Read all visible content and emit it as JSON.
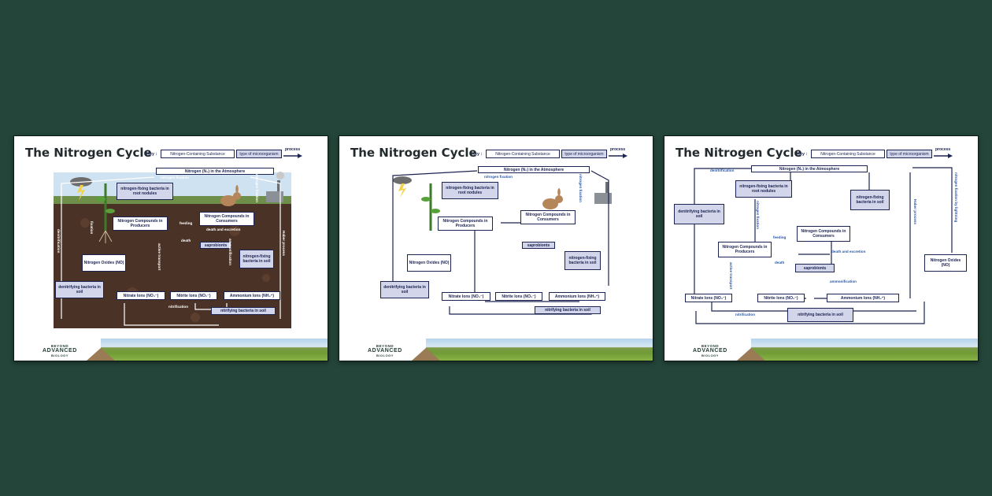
{
  "slides": [
    {
      "title": "The Nitrogen Cycle",
      "key": {
        "label": "Key :",
        "substance": "Nitrogen-Containing Substance",
        "microorganism": "type of microorganism",
        "process": "process"
      },
      "boxes": {
        "atmosphere": "Nitrogen (N₂) in the Atmosphere",
        "nfix_root": "nitrogen-fixing bacteria in root nodules",
        "producers": "Nitrogen Compounds in Producers",
        "consumers": "Nitrogen Compounds in Consumers",
        "saprobionts": "saprobionts",
        "nfix_soil": "nitrogen-fixing bacteria in soil",
        "oxides": "Nitrogen Oxides (NO)",
        "denitrifying": "denitrifying bacteria in soil",
        "nitrate": "Nitrate Ions (NO₃⁻)",
        "nitrite": "Nitrite Ions (NO₂⁻)",
        "ammonium": "Ammonium Ions (NH₄⁺)",
        "nitrifying": "nitrifying bacteria in soil"
      },
      "processes": {
        "fixation": "nitrogen fixation",
        "feeding": "feeding",
        "death_excretion": "death and excretion",
        "death": "death",
        "ammonification": "ammonification",
        "nitrification": "nitrification",
        "denitrification": "denitrification",
        "active_transport": "active transport",
        "haber": "Haber process",
        "n_fixation_v": "nitrogen fixation",
        "fixation_v": "fixation"
      },
      "brand": {
        "line1": "BEYOND",
        "line2": "ADVANCED",
        "line3": "BIOLOGY"
      }
    },
    {
      "title": "The Nitrogen Cycle",
      "key": {
        "label": "Key :",
        "substance": "Nitrogen-Containing Substance",
        "microorganism": "type of microorganism",
        "process": "process"
      },
      "boxes": {
        "atmosphere": "Nitrogen (N₂) in the Atmosphere",
        "nfix_root": "nitrogen-fixing bacteria in root nodules",
        "producers": "Nitrogen Compounds in Producers",
        "consumers": "Nitrogen Compounds in Consumers",
        "saprobionts": "saprobionts",
        "nfix_soil": "nitrogen-fixing bacteria in soil",
        "oxides": "Nitrogen Oxides (NO)",
        "denitrifying": "denitrifying bacteria in soil",
        "nitrate": "Nitrate Ions (NO₃⁻)",
        "nitrite": "Nitrite Ions (NO₂⁻)",
        "ammonium": "Ammonium Ions (NH₄⁺)",
        "nitrifying": "nitrifying bacteria in soil"
      },
      "processes": {
        "fixation": "nitrogen fixation",
        "n_fixation_v": "nitrogen fixation"
      },
      "brand": {
        "line1": "BEYOND",
        "line2": "ADVANCED",
        "line3": "BIOLOGY"
      }
    },
    {
      "title": "The Nitrogen Cycle",
      "key": {
        "label": "Key :",
        "substance": "Nitrogen-Containing Substance",
        "microorganism": "type of microorganism",
        "process": "process"
      },
      "boxes": {
        "atmosphere": "Nitrogen (N₂) in the Atmosphere",
        "nfix_root": "nitrogen-fixing bacteria in root nodules",
        "producers": "Nitrogen Compounds in Producers",
        "consumers": "Nitrogen Compounds in Consumers",
        "saprobionts": "saprobionts",
        "nfix_soil": "nitrogen-fixing bacteria in soil",
        "oxides": "Nitrogen Oxides (NO)",
        "denitrifying": "denitrifying bacteria in soil",
        "nitrate": "Nitrate Ions (NO₃⁻)",
        "nitrite": "Nitrite Ions (NO₂⁻)",
        "ammonium": "Ammonium Ions (NH₄⁺)",
        "nitrifying": "nitrifying bacteria in soil"
      },
      "processes": {
        "denitrification": "denitrification",
        "n_fixation_v": "nitrogen fixation",
        "haber": "Haber process",
        "lightning": "nitrogen fixation by lightning",
        "feeding": "feeding",
        "death_excretion": "death and excretion",
        "death": "death",
        "ammonification": "ammonification",
        "nitrification": "nitrification",
        "active_transport": "active transport"
      },
      "brand": {
        "line1": "BEYOND",
        "line2": "ADVANCED",
        "line3": "BIOLOGY"
      }
    }
  ],
  "colors": {
    "background": "#24463a",
    "navy": "#1b2350",
    "micro_fill": "#d3d6ea",
    "process_text": "#2a5aa8",
    "soil": "#4a3226"
  }
}
